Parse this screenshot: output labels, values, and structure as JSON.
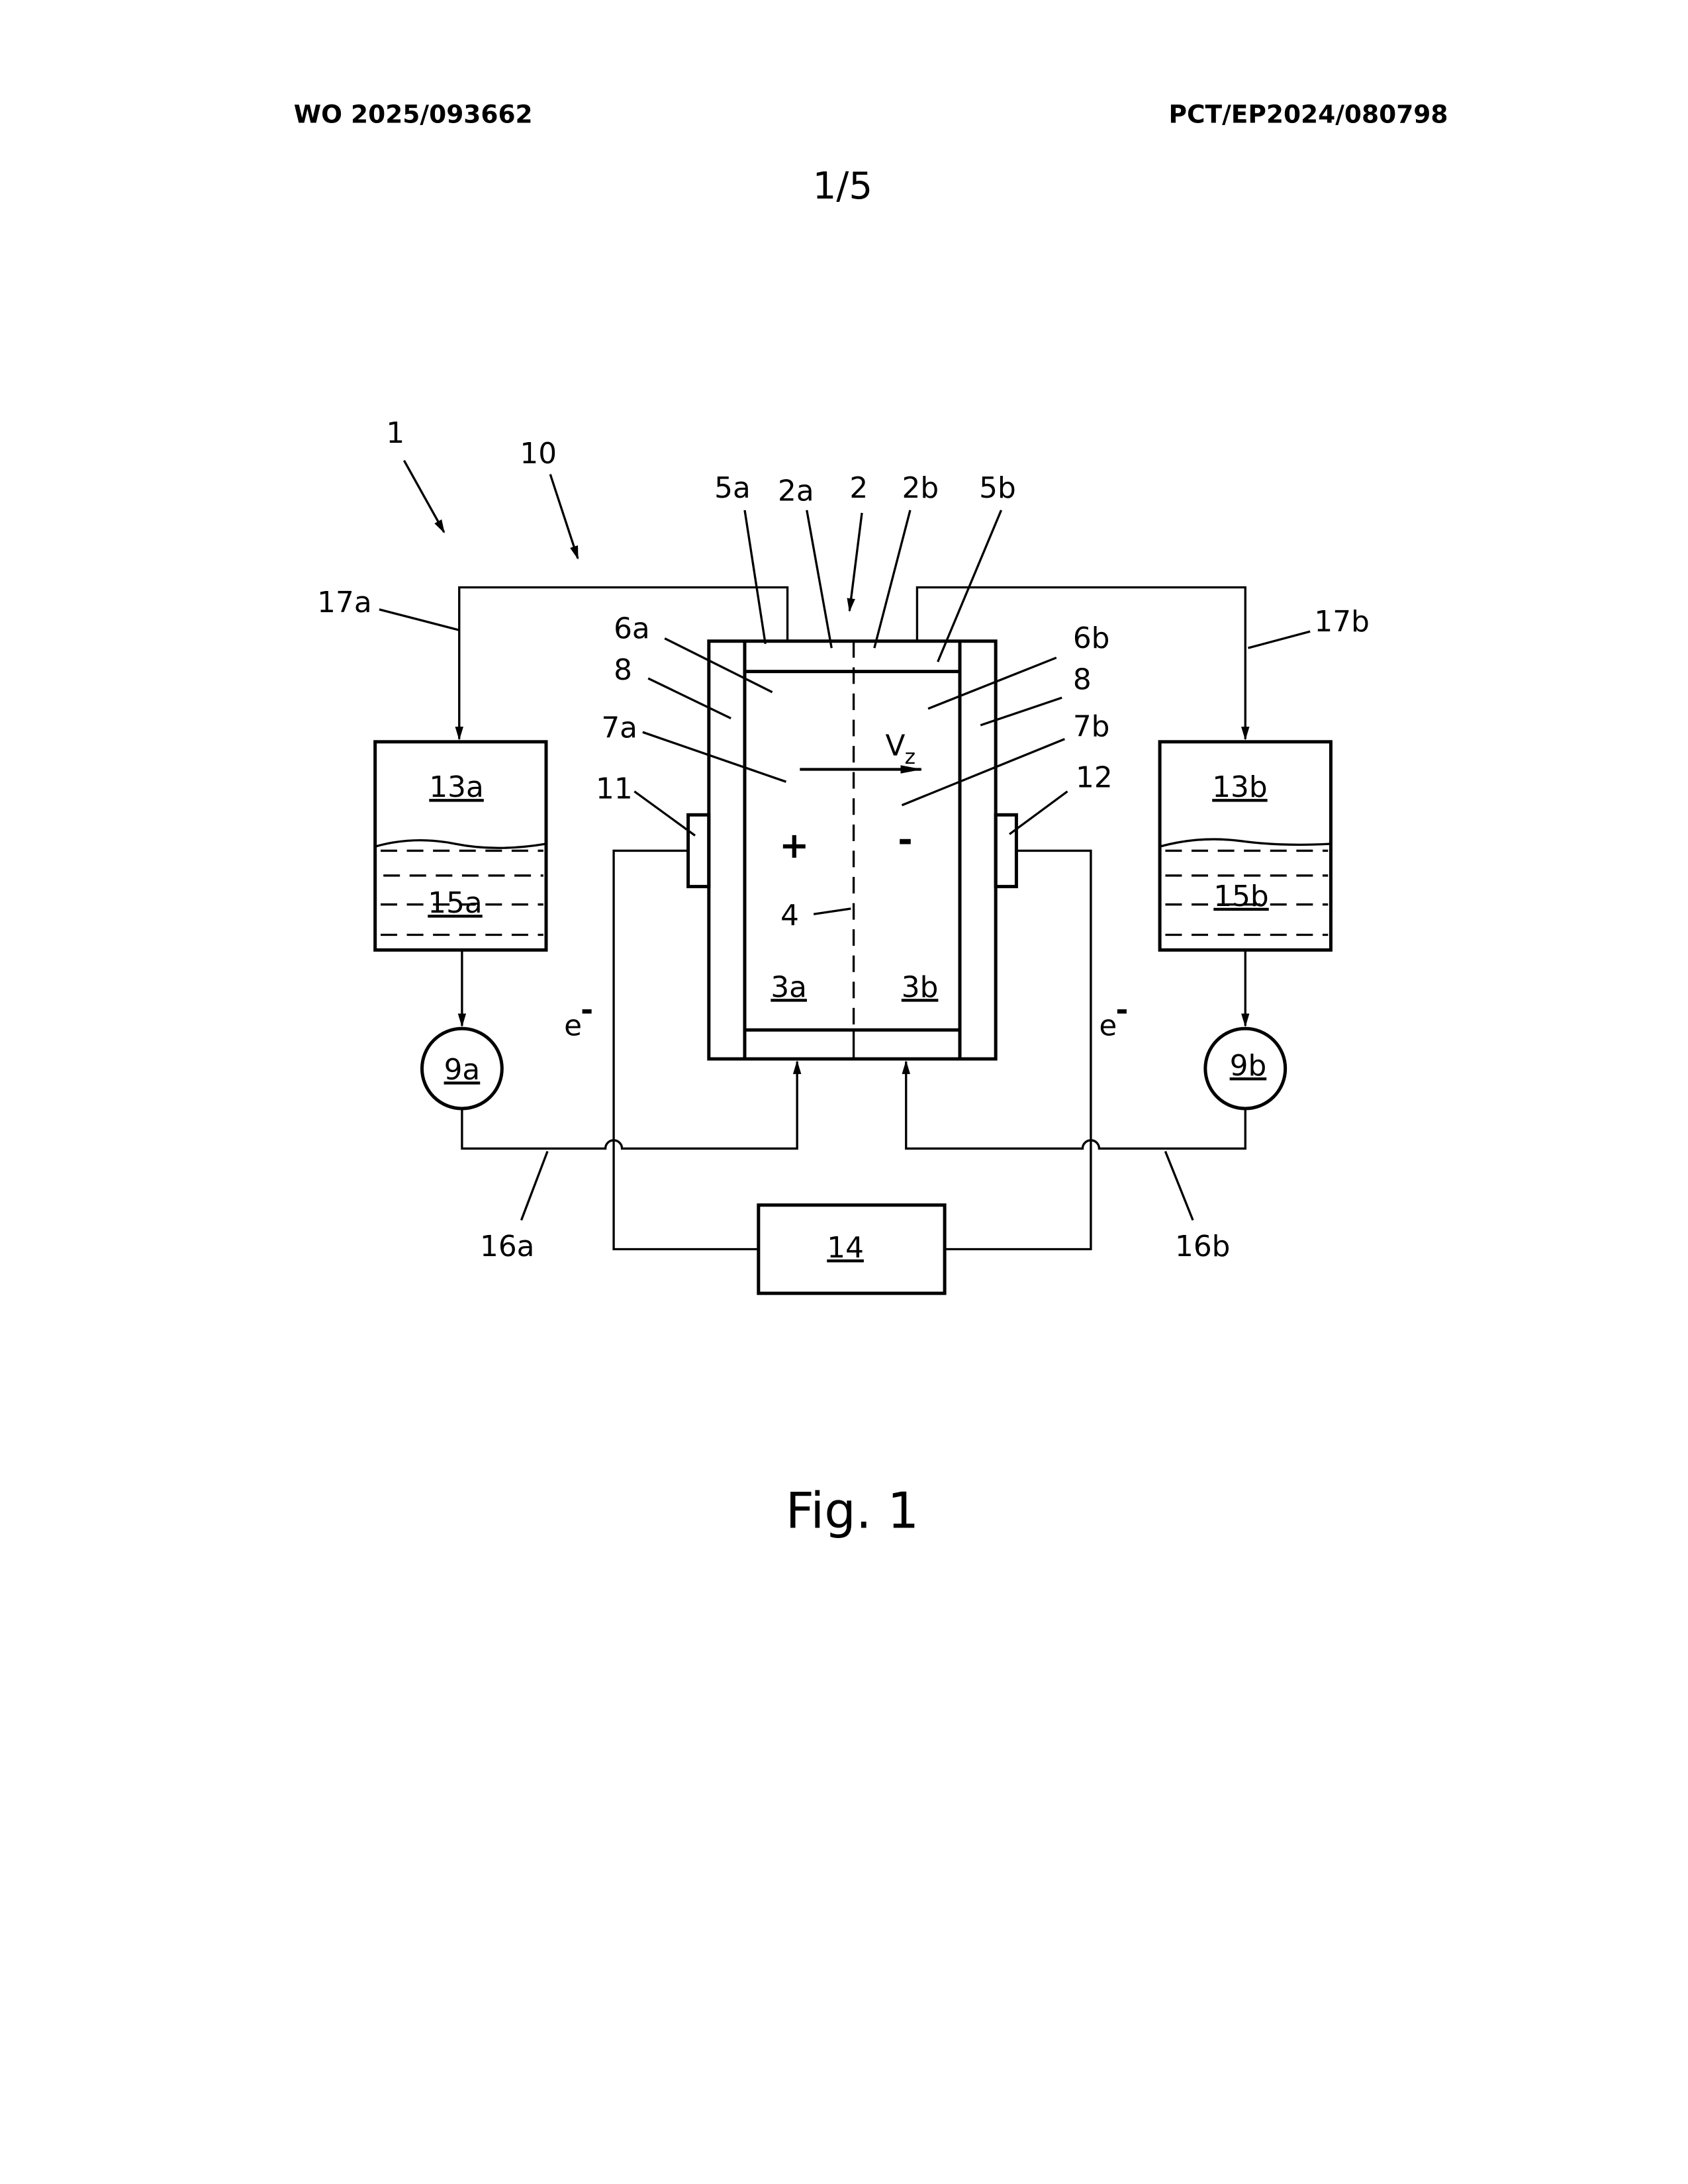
{
  "header": {
    "left": "WO 2025/093662",
    "right": "PCT/EP2024/080798",
    "page": "1/5"
  },
  "figure": {
    "caption": "Fig. 1",
    "labels": {
      "l1": "1",
      "l10": "10",
      "l5a": "5a",
      "l2a": "2a",
      "l2": "2",
      "l2b": "2b",
      "l5b": "5b",
      "l17a": "17a",
      "l17b": "17b",
      "l6a": "6a",
      "l6b": "6b",
      "l8a": "8",
      "l8b": "8",
      "l7a": "7a",
      "l7b": "7b",
      "l11": "11",
      "l12": "12",
      "l13a": "13a",
      "l13b": "13b",
      "l15a": "15a",
      "l15b": "15b",
      "vz": "V",
      "vz_sub": "z",
      "plus": "+",
      "minus": "-",
      "l4": "4",
      "l3a": "3a",
      "l3b": "3b",
      "ea": "e",
      "eb": "e",
      "esup": "-",
      "l9a": "9a",
      "l9b": "9b",
      "l16a": "16a",
      "l16b": "16b",
      "l14": "14"
    }
  }
}
